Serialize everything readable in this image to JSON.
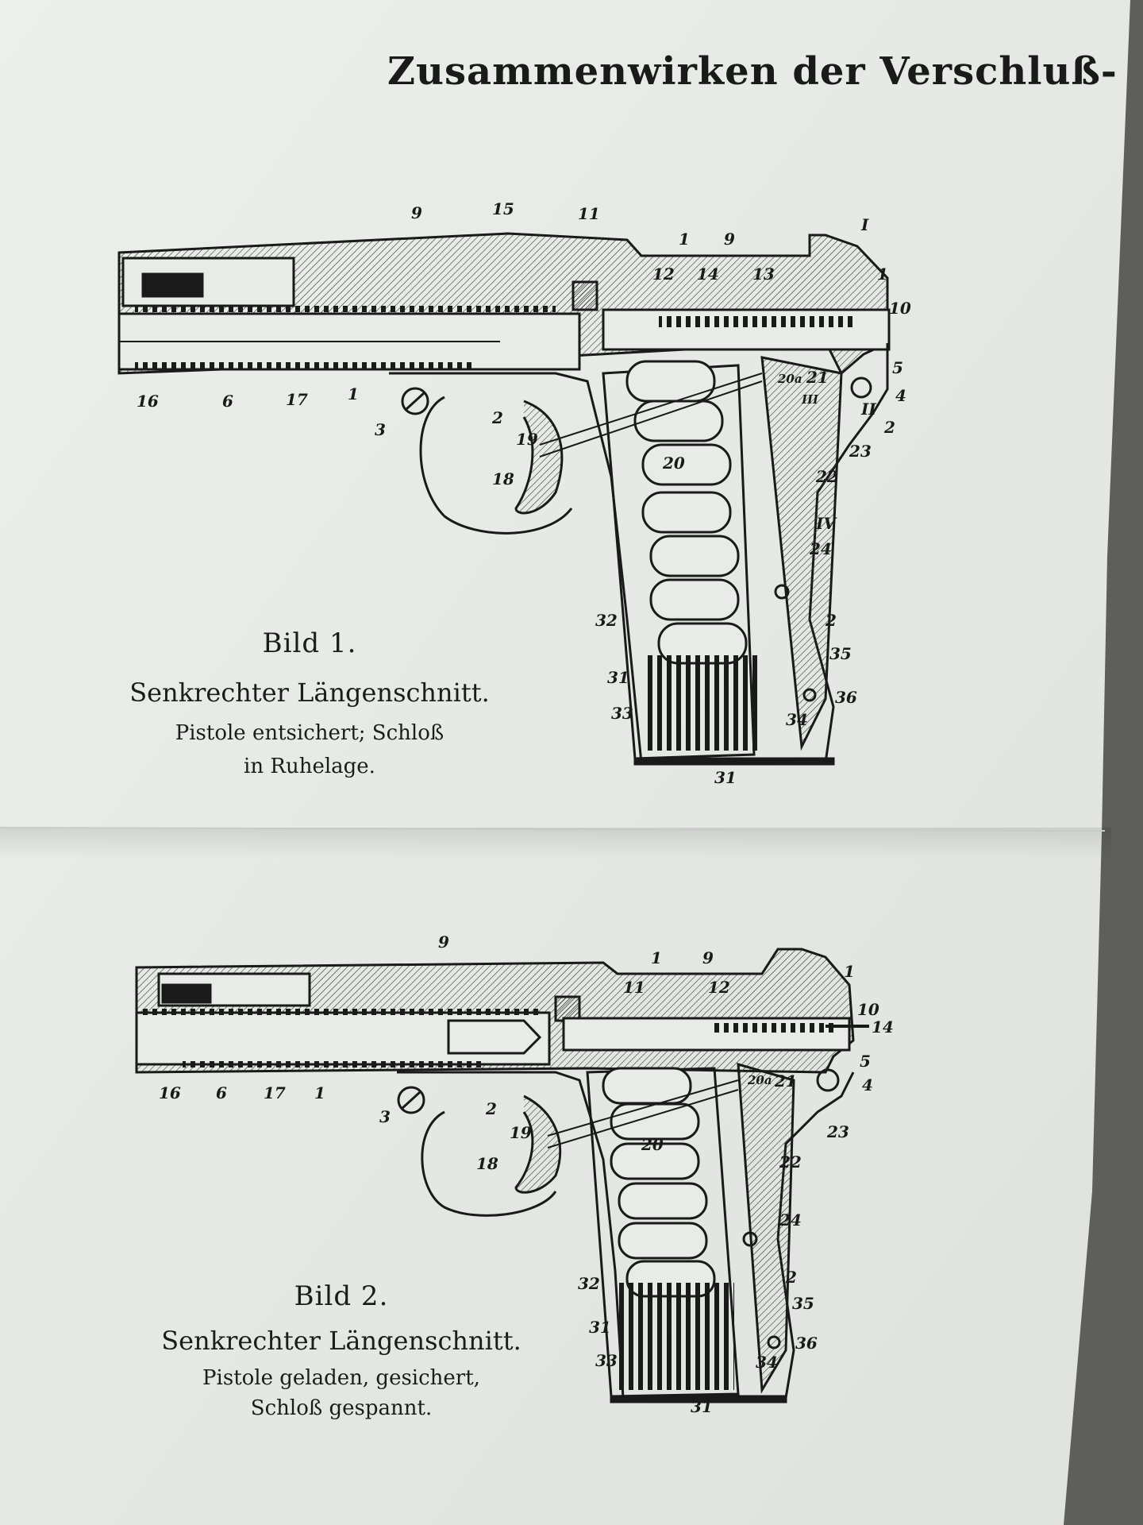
{
  "document": {
    "heading": "Zusammenwirken der Verschluß-"
  },
  "figures": [
    {
      "title": "Bild 1.",
      "subtitle": "Senkrechter Längenschnitt.",
      "description_lines": [
        "Pistole entsichert; Schloß",
        "in Ruhelage."
      ],
      "labels": [
        "9",
        "15",
        "11",
        "1",
        "9",
        "I",
        "12",
        "14",
        "13",
        "1",
        "10",
        "16",
        "6",
        "17",
        "1",
        "3",
        "2",
        "19",
        "18",
        "20",
        "20a",
        "21",
        "III",
        "II",
        "5",
        "4",
        "2",
        "23",
        "22",
        "IV",
        "24",
        "32",
        "2",
        "35",
        "31",
        "36",
        "33",
        "34",
        "31"
      ]
    },
    {
      "title": "Bild 2.",
      "subtitle": "Senkrechter Längenschnitt.",
      "description_lines": [
        "Pistole geladen, gesichert,",
        "Schloß gespannt."
      ],
      "labels": [
        "9",
        "1",
        "9",
        "1",
        "11",
        "12",
        "10",
        "14",
        "16",
        "6",
        "17",
        "1",
        "3",
        "2",
        "19",
        "20",
        "18",
        "20a",
        "21",
        "5",
        "4",
        "23",
        "22",
        "24",
        "32",
        "2",
        "35",
        "31",
        "33",
        "36",
        "34",
        "31"
      ]
    }
  ],
  "colors": {
    "paper": "#e9ebe9",
    "ink": "#1a1a1a",
    "shadow": "#5e5e5a"
  }
}
